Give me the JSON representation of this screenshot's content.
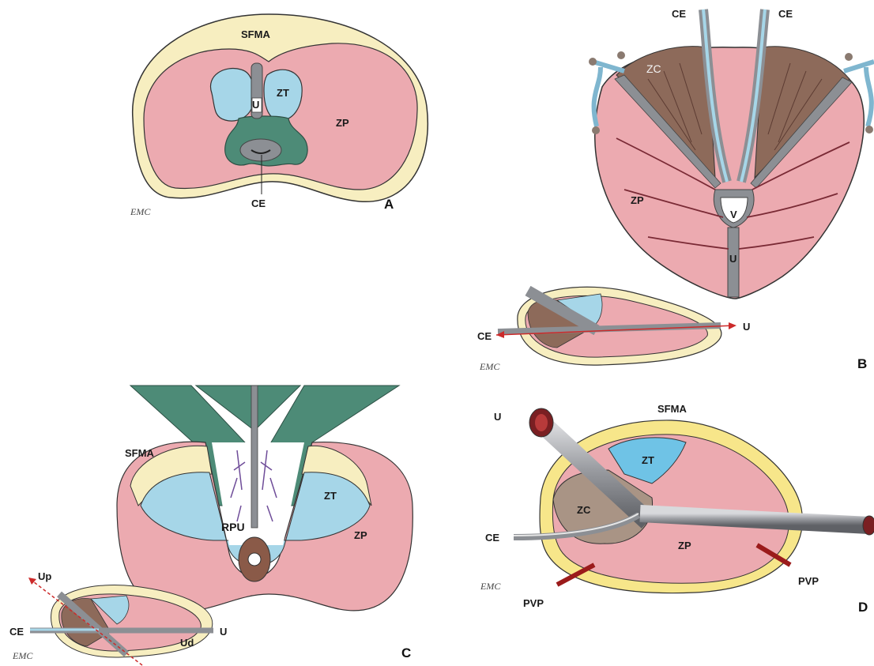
{
  "colors": {
    "sfma": "#f7eec0",
    "zp": "#ecaab0",
    "zt": "#a6d6e8",
    "zc": "#8d6a5a",
    "gland_green": "#4d8b77",
    "urethra_gray": "#8c8f94",
    "red_marker": "#9b1b1b",
    "outline": "#333333"
  },
  "panel_a": {
    "letter": "A",
    "logo": "EMC",
    "labels": {
      "sfma": "SFMA",
      "zt": "ZT",
      "zp": "ZP",
      "u": "U",
      "ce": "CE"
    }
  },
  "panel_b": {
    "letter": "B",
    "logo": "EMC",
    "labels": {
      "ce_left": "CE",
      "ce_right": "CE",
      "zc": "ZC",
      "zp": "ZP",
      "v": "V",
      "u": "U"
    },
    "inset_labels": {
      "ce": "CE",
      "u": "U"
    }
  },
  "panel_c": {
    "letter": "C",
    "logo": "EMC",
    "labels": {
      "sfma": "SFMA",
      "zt": "ZT",
      "zp": "ZP",
      "rpu": "RPU"
    },
    "inset_labels": {
      "up": "Up",
      "ce": "CE",
      "ud": "Ud",
      "u": "U"
    }
  },
  "panel_d": {
    "letter": "D",
    "logo": "EMC",
    "labels": {
      "u": "U",
      "sfma": "SFMA",
      "zt": "ZT",
      "zc": "ZC",
      "ce": "CE",
      "zp": "ZP",
      "pvp_left": "PVP",
      "pvp_right": "PVP"
    }
  }
}
